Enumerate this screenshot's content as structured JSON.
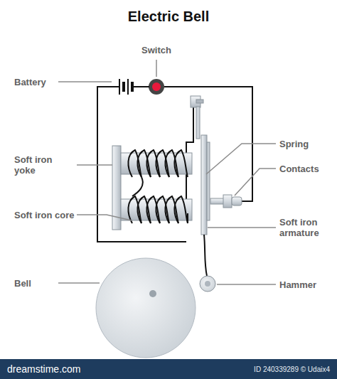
{
  "diagram": {
    "title": "Electric Bell",
    "labels": [
      "Switch",
      "Battery",
      "Soft iron yoke",
      "Spring",
      "Contacts",
      "Soft iron core",
      "Soft iron armature",
      "Bell",
      "Hammer",
      "dreamstime.com",
      "ID 240339289 © Udaix4"
    ]
  }
}
